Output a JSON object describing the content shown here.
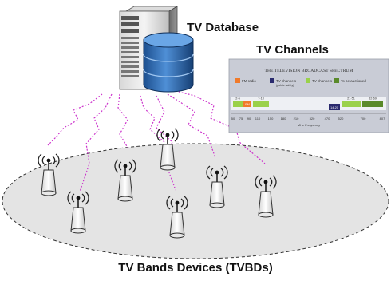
{
  "labels": {
    "database": "TV Database",
    "channels": "TV Channels",
    "devices": "TV Bands Devices (TVBDs)"
  },
  "spectrum_chart": {
    "title": "THE TELEVISION BROADCAST SPECTRUM",
    "legend": [
      {
        "label": "FM radio",
        "color": "#f07a2a"
      },
      {
        "label": "TV channels",
        "sublabel": "(public safety)",
        "color": "#2a2a6e"
      },
      {
        "label": "TV channels",
        "color": "#9ad14a"
      },
      {
        "label": "To be auctioned",
        "color": "#5a8a2a"
      }
    ],
    "band_labels": [
      "2-6",
      "FM",
      "7-13",
      "14-20",
      "21-51",
      "52-69"
    ],
    "ticks": [
      "50",
      "75",
      "90",
      "110",
      "150",
      "180",
      "210",
      "320",
      "470",
      "520",
      "700",
      "807"
    ],
    "axis_label": "MHz Frequency"
  },
  "colors": {
    "chart_bg": "#c9ccd6",
    "panel_bg": "#eef0f4",
    "link": "#cc33cc",
    "device": "#ffffff",
    "ellipse": "#e4e4e4"
  },
  "icons": [
    "server-icon",
    "database-cylinder-icon",
    "antenna-icon"
  ]
}
